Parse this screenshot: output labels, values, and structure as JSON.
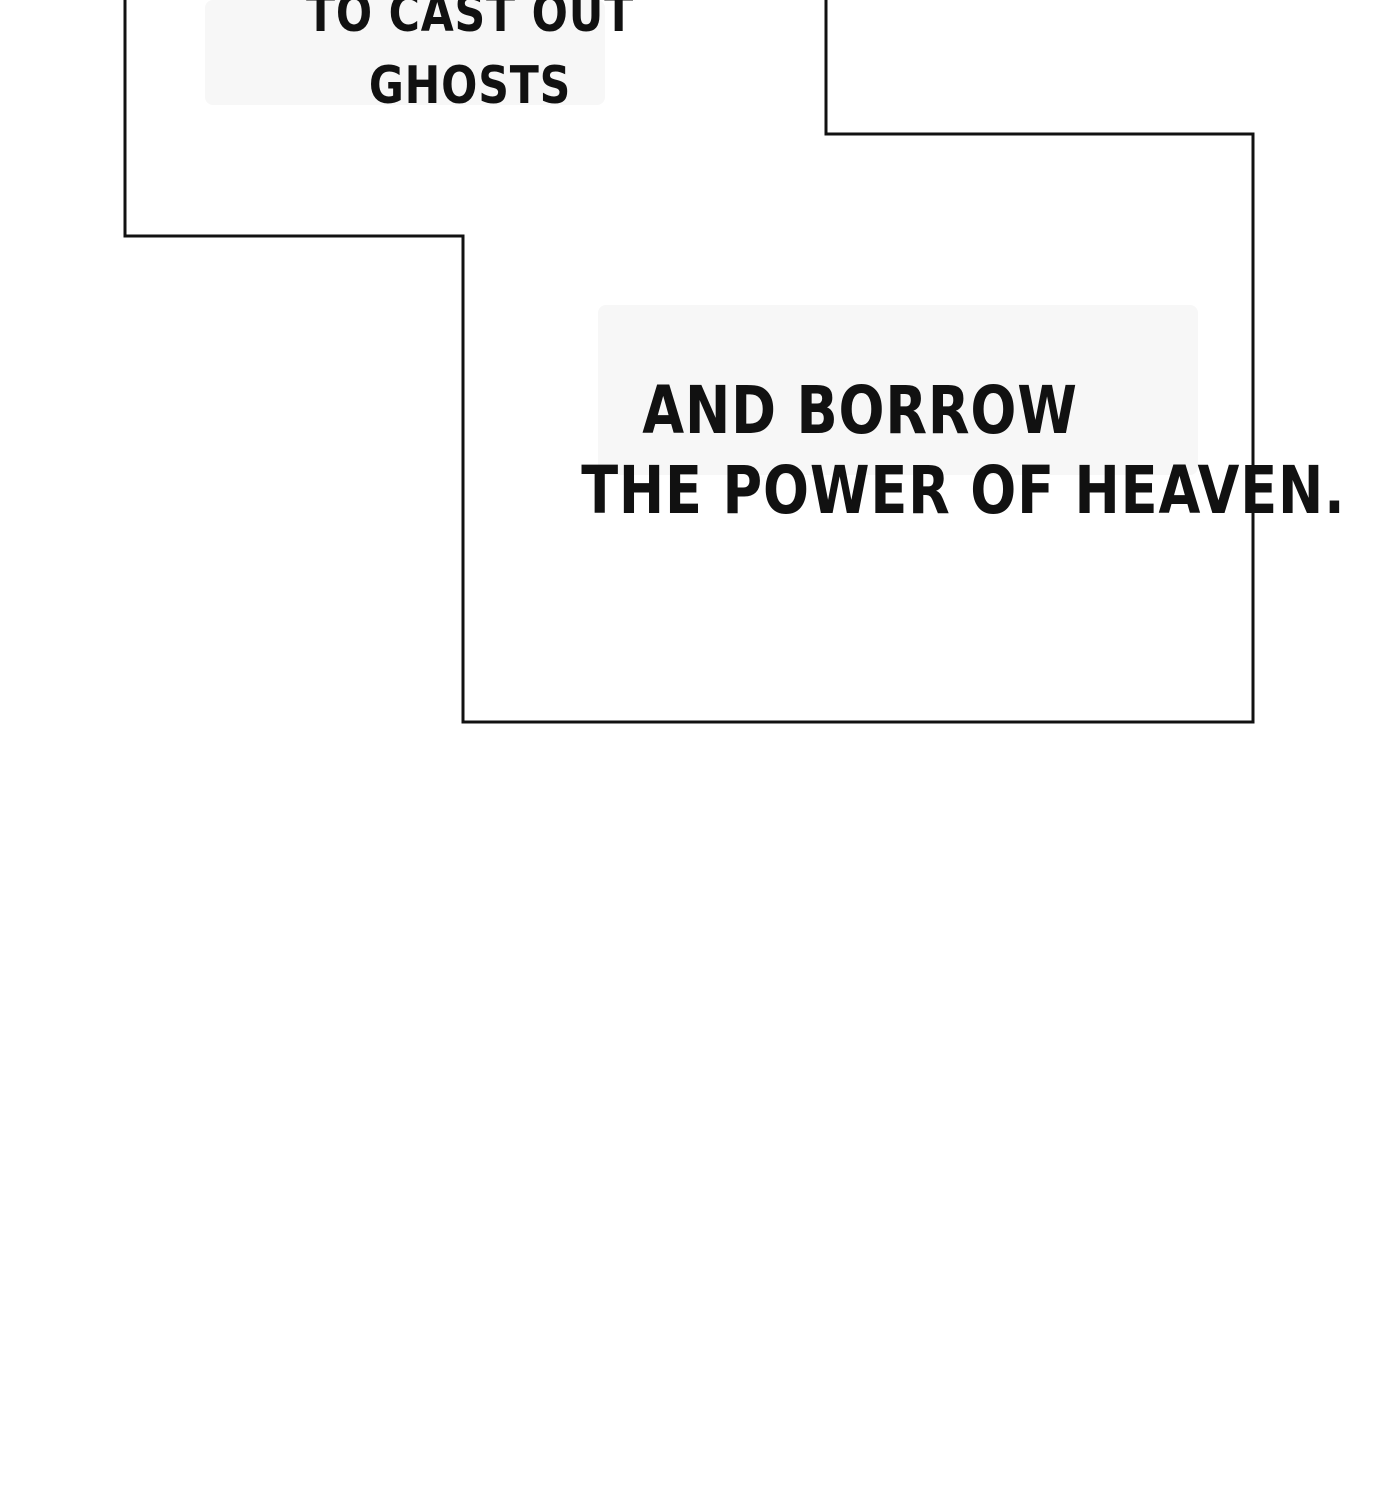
{
  "narration": {
    "top_box": {
      "lines": [
        "TO CAST OUT",
        "GHOSTS"
      ]
    },
    "bottom_box": {
      "lines": [
        "AND BORROW",
        "THE POWER OF HEAVEN."
      ]
    }
  },
  "colors": {
    "background": "#ffffff",
    "outline": "#111111",
    "text": "#111111"
  }
}
